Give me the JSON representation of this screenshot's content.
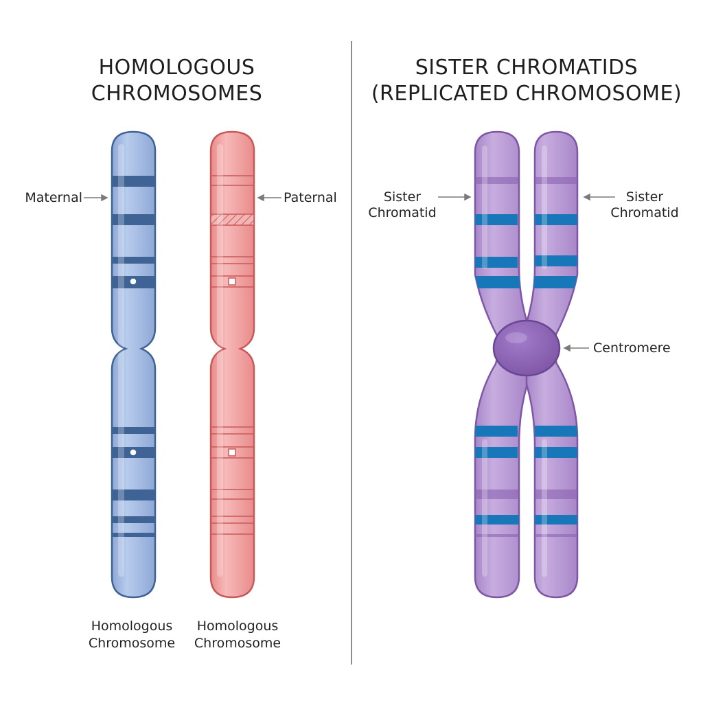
{
  "panels": {
    "homologous": {
      "title_line1": "HOMOLOGOUS",
      "title_line2": "CHROMOSOMES",
      "maternal_label": "Maternal",
      "paternal_label": "Paternal",
      "caption_left_line1": "Homologous",
      "caption_left_line2": "Chromosome",
      "caption_right_line1": "Homologous",
      "caption_right_line2": "Chromosome"
    },
    "sister": {
      "title_line1": "SISTER CHROMATIDS",
      "title_line2": "(REPLICATED CHROMOSOME)",
      "left_label_line1": "Sister",
      "left_label_line2": "Chromatid",
      "right_label_line1": "Sister",
      "right_label_line2": "Chromatid",
      "centromere_label": "Centromere"
    }
  },
  "colors": {
    "maternal_fill": "#a6bde3",
    "maternal_band": "#3f6394",
    "paternal_fill": "#f1a3a3",
    "paternal_band": "#c95858",
    "sister_fill": "#b99bd6",
    "sister_band": "#1877b8",
    "centromere": "#8a62b0",
    "divider": "#8c8c8c"
  }
}
